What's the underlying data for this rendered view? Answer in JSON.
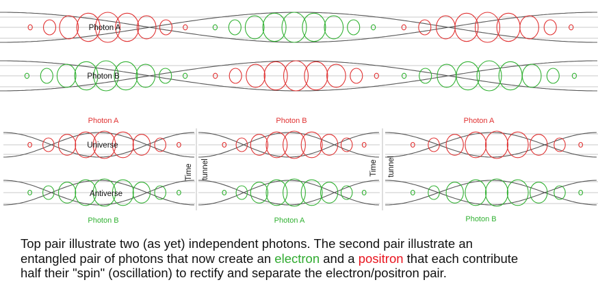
{
  "colors": {
    "photon_a": "#e03030",
    "photon_b": "#2fb030",
    "envelope": "#555555",
    "guide_line": "#c8c8c8",
    "caption_text": "#111111",
    "electron_word": "#2faa2f",
    "positron_word": "#e8141e"
  },
  "top_pair": {
    "row1_label": "Photon A",
    "row2_label": "Photon B"
  },
  "panel_headers": [
    "Photon A",
    "Photon B",
    "Photon A"
  ],
  "panel_footers": [
    "Photon B",
    "Photon A",
    "Photon B"
  ],
  "panel1": {
    "upper_label": "Universe",
    "lower_label": "Antiverse"
  },
  "dividers": [
    {
      "left": "Time",
      "right": "tunnel"
    },
    {
      "left": "Time",
      "right": "tunnel"
    }
  ],
  "caption": {
    "line1": "Top pair illustrate two (as yet) independent photons. The second pair illustrate an",
    "line2_pre": "entangled pair of photons that now create an ",
    "electron": "electron",
    "line2_mid": " and a ",
    "positron": "positron",
    "line2_post": " that each contribute",
    "line3": "half their \"spin\" (oscillation) to rectify and separate the electron/positron pair."
  }
}
